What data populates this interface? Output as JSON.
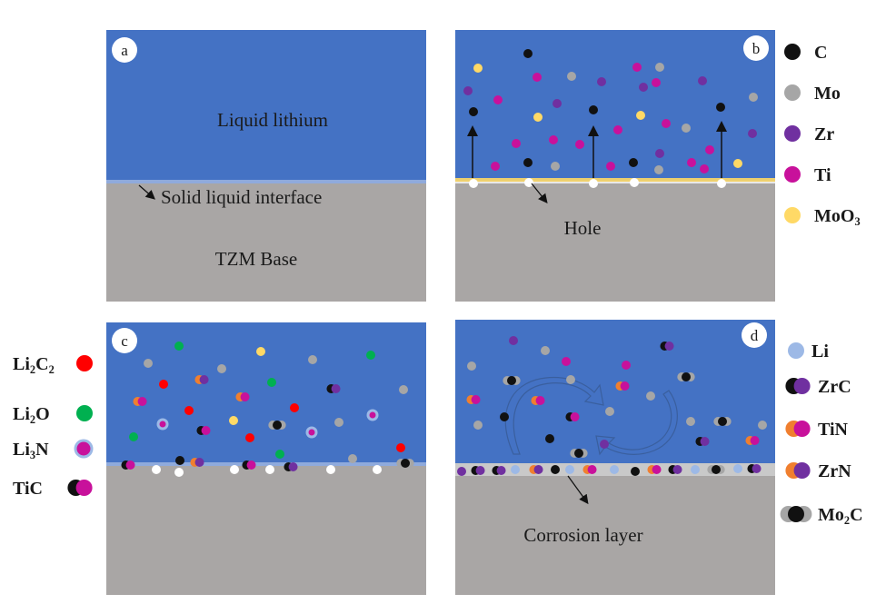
{
  "colors": {
    "liquid": "#4472C4",
    "base": "#A9A6A5",
    "interface": "#8FAADC",
    "hole": "#FFFFFF",
    "C": "#111111",
    "Mo": "#A6A6A6",
    "Zr": "#7030A0",
    "Ti": "#C8119B",
    "MoO3": "#FFD966",
    "Li2C2": "#FF0000",
    "Li2O": "#00B050",
    "Li3N_outer": "#9DB9E6",
    "Li": "#9DB9E6",
    "N": "#F07F2F",
    "white": "#FFFFFF"
  },
  "panels": {
    "a": {
      "badge": "a",
      "liquid_label": "Liquid lithium",
      "interface_label": "Solid liquid interface",
      "base_label": "TZM Base"
    },
    "b": {
      "badge": "b",
      "hole_label": "Hole"
    },
    "c": {
      "badge": "c"
    },
    "d": {
      "badge": "d",
      "corrosion_label": "Corrosion layer"
    }
  },
  "legend_b": [
    {
      "label": "C",
      "sub": "",
      "icon": "C"
    },
    {
      "label": "Mo",
      "sub": "",
      "icon": "Mo"
    },
    {
      "label": "Zr",
      "sub": "",
      "icon": "Zr"
    },
    {
      "label": "Ti",
      "sub": "",
      "icon": "Ti"
    },
    {
      "label": "MoO",
      "sub": "3",
      "icon": "MoO3"
    }
  ],
  "legend_c": [
    {
      "parts": [
        [
          "Li",
          ""
        ],
        [
          "2",
          "sub"
        ],
        [
          "C",
          ""
        ],
        [
          "2",
          "sub"
        ]
      ],
      "icon": "Li2C2"
    },
    {
      "parts": [
        [
          "Li",
          ""
        ],
        [
          "2",
          "sub"
        ],
        [
          "O",
          ""
        ]
      ],
      "icon": "Li2O"
    },
    {
      "parts": [
        [
          "Li",
          ""
        ],
        [
          "3",
          "sub"
        ],
        [
          "N",
          ""
        ]
      ],
      "icon": "Li3N"
    },
    {
      "parts": [
        [
          "TiC",
          ""
        ]
      ],
      "icon": "TiC"
    }
  ],
  "legend_d": [
    {
      "parts": [
        [
          "Li",
          ""
        ]
      ],
      "icon": "Li"
    },
    {
      "parts": [
        [
          "ZrC",
          ""
        ]
      ],
      "icon": "ZrC"
    },
    {
      "parts": [
        [
          "TiN",
          ""
        ]
      ],
      "icon": "TiN"
    },
    {
      "parts": [
        [
          "ZrN",
          ""
        ]
      ],
      "icon": "ZrN"
    },
    {
      "parts": [
        [
          "Mo",
          ""
        ],
        [
          "2",
          "sub"
        ],
        [
          "C",
          ""
        ]
      ],
      "icon": "Mo2C"
    }
  ]
}
